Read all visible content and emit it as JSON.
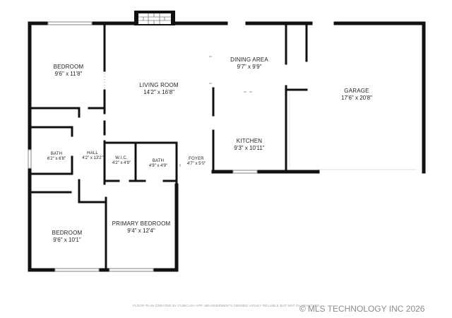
{
  "rooms": {
    "bedroom_top": {
      "name": "BEDROOM",
      "dims": "9'6\" x 11'8\""
    },
    "living_room": {
      "name": "LIVING ROOM",
      "dims": "14'2\" x 16'8\""
    },
    "dining_area": {
      "name": "DINING AREA",
      "dims": "9'7\" x 9'9\""
    },
    "garage": {
      "name": "GARAGE",
      "dims": "17'6\" x 20'8\""
    },
    "kitchen": {
      "name": "KITCHEN",
      "dims": "9'3\" x 10'11\""
    },
    "bath_left": {
      "name": "BATH",
      "dims": "6'2\" x 6'8\""
    },
    "hall": {
      "name": "HALL",
      "dims": "4'2\" x 13'2\""
    },
    "wic": {
      "name": "W.I.C.",
      "dims": "4'2\" x 4'9\""
    },
    "bath_primary": {
      "name": "BATH",
      "dims": "4'9\" x 4'9\""
    },
    "foyer": {
      "name": "FOYER",
      "dims": "4'7\" x 5'0\""
    },
    "bedroom_bottom": {
      "name": "BEDROOM",
      "dims": "9'6\" x 10'1\""
    },
    "primary_bedroom": {
      "name": "PRIMARY BEDROOM",
      "dims": "9'4\" x 12'4\""
    }
  },
  "footer": {
    "disclaimer": "FLOOR PLAN CREATED BY CUBICASA APP. MEASUREMENTS DEEMED HIGHLY RELIABLE BUT NOT GUARANTEED.",
    "watermark": "MLS TECHNOLOGY INC 2026",
    "copyright_symbol": "©"
  },
  "colors": {
    "wall": "#111111",
    "window": "#9a9a9a",
    "text": "#222222",
    "watermark": "#8c8c8c"
  }
}
